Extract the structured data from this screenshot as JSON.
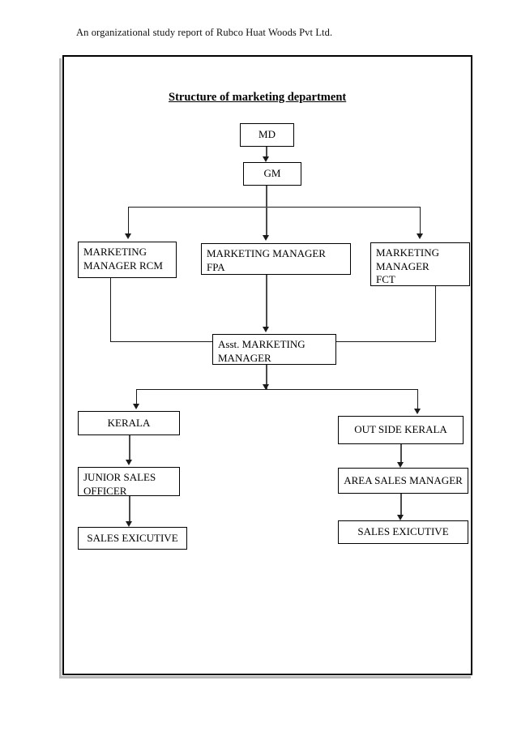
{
  "document": {
    "header_text": "An organizational study report of Rubco Huat Woods Pvt Ltd.",
    "chart_title": "Structure of marketing department"
  },
  "chart_data": {
    "type": "diagram",
    "title": "Structure of marketing department",
    "diagram_kind": "organizational-hierarchy-flowchart",
    "nodes": [
      {
        "id": "md",
        "label": "MD",
        "level": 0
      },
      {
        "id": "gm",
        "label": "GM",
        "level": 1
      },
      {
        "id": "mm_rcm",
        "label": "MARKETING\nMANAGER  RCM",
        "level": 2
      },
      {
        "id": "mm_fpa",
        "label": "MARKETING MANAGER\nFPA",
        "level": 2
      },
      {
        "id": "mm_fct",
        "label": "MARKETING\nMANAGER\nFCT",
        "level": 2
      },
      {
        "id": "asst_mm",
        "label": "Asst. MARKETING\nMANAGER",
        "level": 3
      },
      {
        "id": "kerala",
        "label": "KERALA",
        "level": 4
      },
      {
        "id": "outside_kerala",
        "label": "OUT SIDE KERALA",
        "level": 4
      },
      {
        "id": "junior_sales_officer",
        "label": "JUNIOR SALES\nOFFICER",
        "level": 5
      },
      {
        "id": "area_sales_manager",
        "label": "AREA SALES MANAGER",
        "level": 5
      },
      {
        "id": "sales_exicutive_left",
        "label": "SALES EXICUTIVE",
        "level": 6
      },
      {
        "id": "sales_exicutive_right",
        "label": "SALES EXICUTIVE",
        "level": 6
      }
    ],
    "edges": [
      {
        "from": "md",
        "to": "gm"
      },
      {
        "from": "gm",
        "to": "mm_rcm"
      },
      {
        "from": "gm",
        "to": "mm_fpa"
      },
      {
        "from": "gm",
        "to": "mm_fct"
      },
      {
        "from": "mm_rcm",
        "to": "asst_mm"
      },
      {
        "from": "mm_fpa",
        "to": "asst_mm"
      },
      {
        "from": "mm_fct",
        "to": "asst_mm"
      },
      {
        "from": "asst_mm",
        "to": "kerala"
      },
      {
        "from": "asst_mm",
        "to": "outside_kerala"
      },
      {
        "from": "kerala",
        "to": "junior_sales_officer"
      },
      {
        "from": "junior_sales_officer",
        "to": "sales_exicutive_left"
      },
      {
        "from": "outside_kerala",
        "to": "area_sales_manager"
      },
      {
        "from": "area_sales_manager",
        "to": "sales_exicutive_right"
      }
    ],
    "colors": {
      "page_background": "#ffffff",
      "node_border": "#000000",
      "node_fill": "#ffffff",
      "text": "#000000",
      "connector": "#1a1a1a",
      "frame_border": "#000000",
      "frame_shadow": "#b8b8b8"
    }
  }
}
